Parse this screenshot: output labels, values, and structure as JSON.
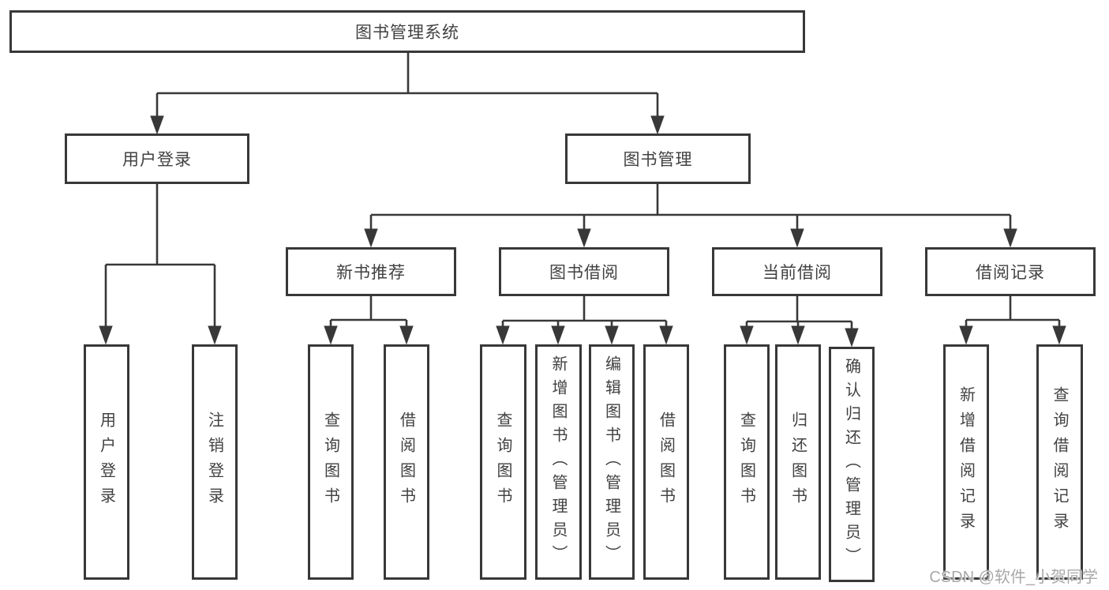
{
  "diagram": {
    "root": {
      "label": "图书管理系统"
    },
    "level2": [
      {
        "label": "用户登录"
      },
      {
        "label": "图书管理"
      }
    ],
    "level3": [
      {
        "label": "新书推荐"
      },
      {
        "label": "图书借阅"
      },
      {
        "label": "当前借阅"
      },
      {
        "label": "借阅记录"
      }
    ],
    "leaves": {
      "user_login": [
        {
          "label": "用户登录"
        },
        {
          "label": "注销登录"
        }
      ],
      "new_book": [
        {
          "label": "查询图书"
        },
        {
          "label": "借阅图书"
        }
      ],
      "book_borrow": [
        {
          "label": "查询图书"
        },
        {
          "label": "新增图书（管理员）"
        },
        {
          "label": "编辑图书（管理员）"
        },
        {
          "label": "借阅图书"
        }
      ],
      "current_borrow": [
        {
          "label": "查询图书"
        },
        {
          "label": "归还图书"
        },
        {
          "label": "确认归还（管理员）"
        }
      ],
      "borrow_record": [
        {
          "label": "新增借阅记录"
        },
        {
          "label": "查询借阅记录"
        }
      ]
    }
  },
  "watermark": {
    "text": "CSDN @软件_小贺同学"
  },
  "colors": {
    "line": "#383838",
    "text": "#414141",
    "background": "#ffffff",
    "watermark": "#9e9e9e"
  }
}
